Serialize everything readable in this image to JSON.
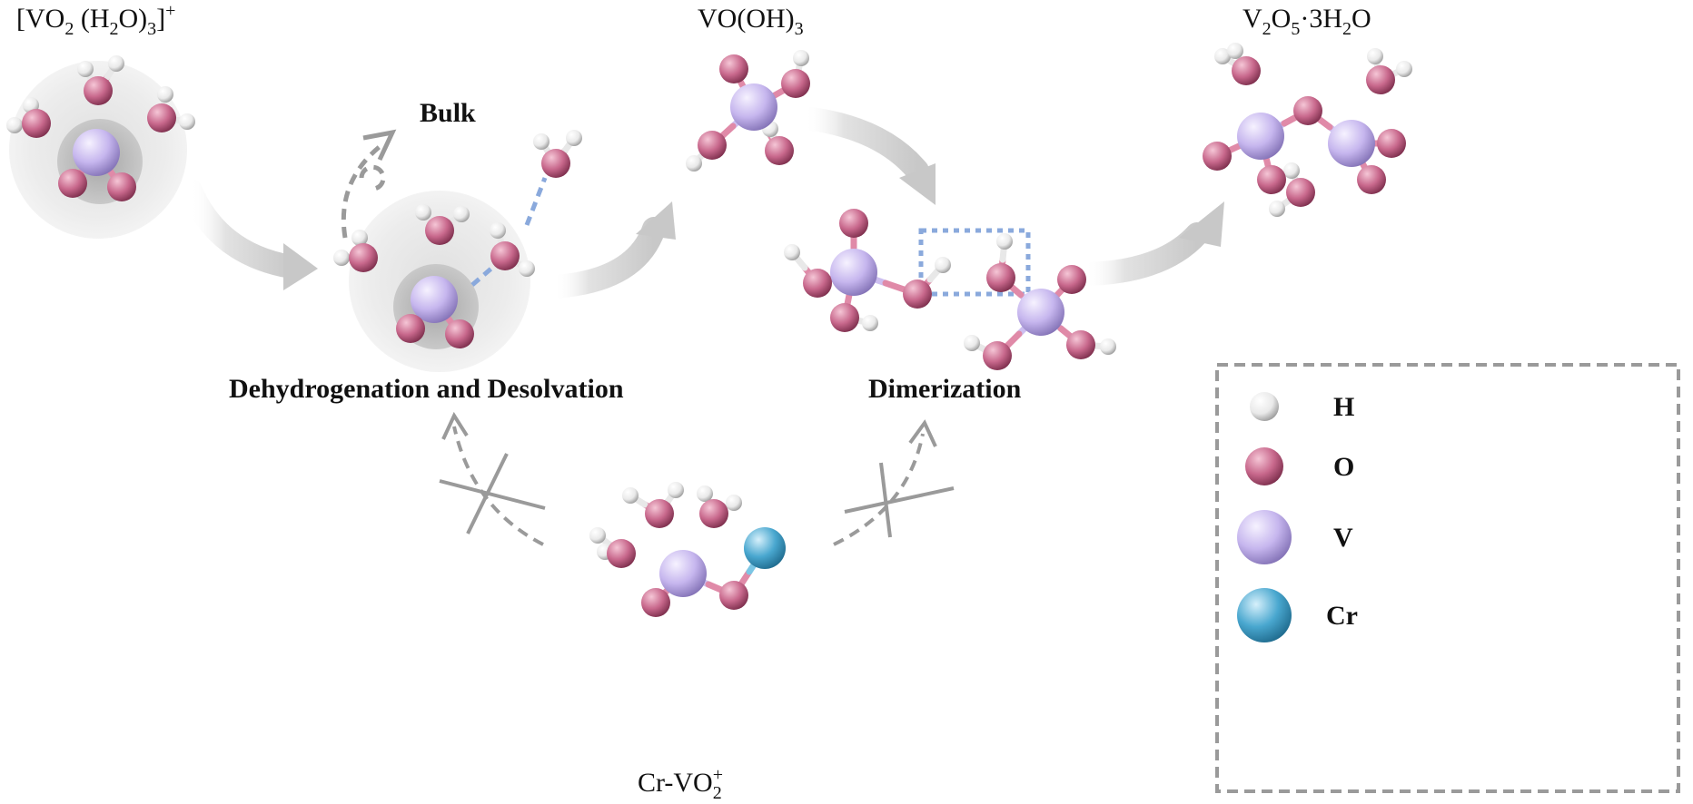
{
  "species": {
    "reactant": {
      "parts": [
        "[VO",
        "2",
        " (H",
        "2",
        "O)",
        "3",
        "]",
        "+"
      ]
    },
    "intermediate": {
      "parts": [
        "VO(OH)",
        "3"
      ]
    },
    "product": {
      "parts": [
        "V",
        "2",
        "O",
        "5",
        "·3H",
        "2",
        "O"
      ]
    },
    "inhibitor": {
      "parts": [
        "Cr-VO",
        "2",
        "+"
      ]
    }
  },
  "labels": {
    "bulk": "Bulk",
    "step1": "Dehydrogenation and Desolvation",
    "step2": "Dimerization"
  },
  "legend": {
    "items": [
      {
        "symbol": "H",
        "color": "#f2f2f2"
      },
      {
        "symbol": "O",
        "color": "#c8688c"
      },
      {
        "symbol": "V",
        "color": "#c6b6ee"
      },
      {
        "symbol": "Cr",
        "color": "#49a7cf"
      }
    ]
  },
  "colors": {
    "hydrogen": "#f2f2f2",
    "oxygen": "#c8688c",
    "vanadium": "#c6b6ee",
    "chromium": "#49a7cf",
    "bond_oxygen": "#e08aa8",
    "hydrogen_bond": "#8aa9dc",
    "arrow": "#cccccc",
    "dashed_arrow": "#9a9a9a",
    "legend_border": "#9a9a9a"
  }
}
